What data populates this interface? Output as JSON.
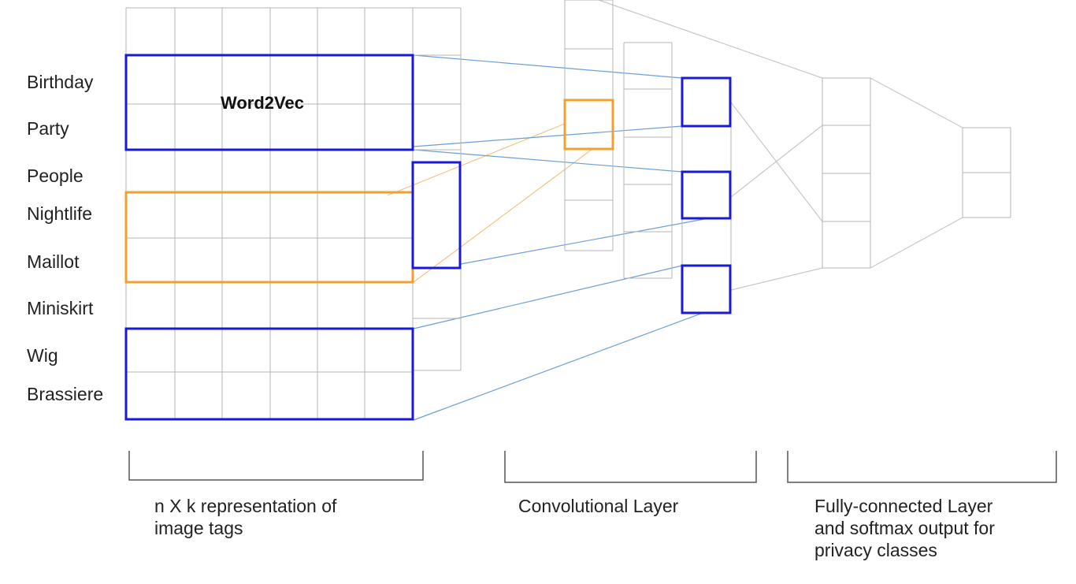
{
  "colors": {
    "grid": "#b5b5b5",
    "highlight_blue": "#1a1ad6",
    "highlight_orange": "#f0a030",
    "connector_blue": "#6a9fd8",
    "connector_orange": "#f3c384",
    "connector_gray": "#c8c8c8",
    "bracket": "#555555"
  },
  "tags": [
    "Birthday",
    "Party",
    "People",
    "Nightlife",
    "Maillot",
    "Miniskirt",
    "Wig",
    "Brassiere"
  ],
  "matrix_label": "Word2Vec",
  "captions": {
    "representation": [
      "n X k representation of",
      "image tags"
    ],
    "convolutional": [
      "Convolutional Layer"
    ],
    "fully_connected": [
      "Fully-connected Layer",
      "and softmax output for",
      "privacy classes"
    ]
  }
}
